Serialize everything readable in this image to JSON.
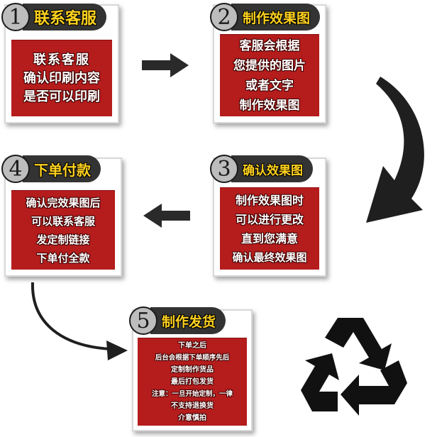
{
  "steps": [
    {
      "number": "1",
      "title": "联系客服",
      "lines": [
        "联系客服",
        "确认印刷内容",
        "是否可以印刷"
      ]
    },
    {
      "number": "2",
      "title": "制作效果图",
      "lines": [
        "客服会根据",
        "您提供的图片",
        "或者文字",
        "制作效果图"
      ]
    },
    {
      "number": "3",
      "title": "确认效果图",
      "lines": [
        "制作效果图时",
        "可以进行更改",
        "直到您满意",
        "确认最终效果图"
      ]
    },
    {
      "number": "4",
      "title": "下单付款",
      "lines": [
        "确认完效果图后",
        "可以联系客服",
        "发定制链接",
        "下单付全款"
      ]
    },
    {
      "number": "5",
      "title": "制作发货",
      "lines": [
        "下单之后",
        "后台会根据下单顺序先后",
        "定制制作货品",
        "最后打包发货",
        "注意：一旦开始定制，一律",
        "不支持退换货",
        "介意慎拍"
      ]
    }
  ],
  "icons": {
    "arrow": "arrow-right-icon",
    "recycle": "recycle-icon"
  },
  "colors": {
    "card_red": "#b51c1c",
    "title_yellow": "#ffd21f",
    "dark": "#333333"
  }
}
